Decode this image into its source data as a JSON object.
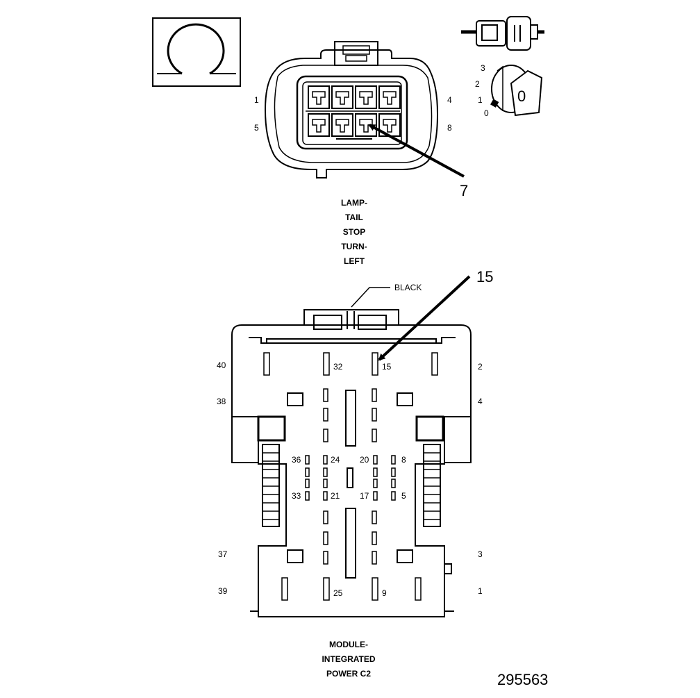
{
  "figure_number": "295563",
  "connector_top": {
    "callout": "7",
    "caption_lines": [
      "LAMP-",
      "TAIL",
      "STOP",
      "TURN-",
      "LEFT"
    ],
    "pin_labels": {
      "p1": "1",
      "p4": "4",
      "p5": "5",
      "p8": "8"
    },
    "lock_positions": [
      "3",
      "2",
      "1",
      "0"
    ],
    "lock_value": "0",
    "terminal_icon": "terminal-crimp-icon",
    "resistance_icon": "ohm-symbol-icon"
  },
  "connector_bottom": {
    "callout": "15",
    "color_label": "BLACK",
    "caption_lines": [
      "MODULE-",
      "INTEGRATED",
      "POWER C2"
    ],
    "pin_labels": {
      "p40": "40",
      "p38": "38",
      "p37": "37",
      "p39": "39",
      "p2": "2",
      "p4": "4",
      "p3": "3",
      "p1": "1",
      "p32": "32",
      "p15": "15",
      "p36": "36",
      "p24": "24",
      "p20": "20",
      "p8": "8",
      "p33": "33",
      "p21": "21",
      "p17": "17",
      "p5": "5",
      "p25": "25",
      "p9": "9"
    }
  }
}
